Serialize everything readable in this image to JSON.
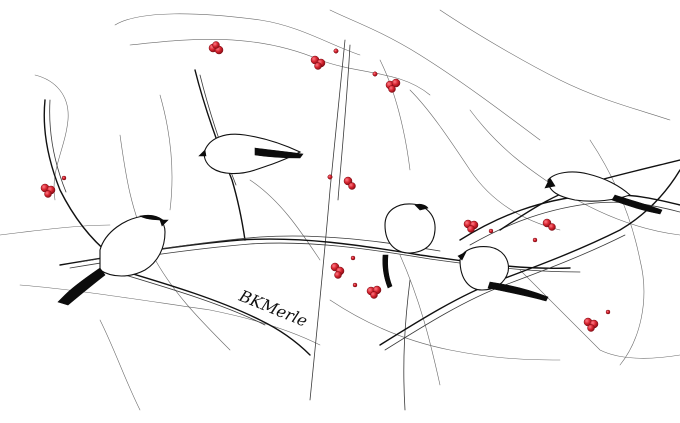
{
  "artwork": {
    "subject": "Pen-and-ink sketch of small birds perched on tangled branches with red berries",
    "background_color": "#ffffff",
    "ink_color": "#111111",
    "berry_color": "#d6242f",
    "berry_highlight_color": "#f3b6c4",
    "bird_count": 5,
    "signature": "BKMerle"
  },
  "birds": [
    {
      "name": "bird-upper-left",
      "pose": "perched on vertical twig, facing left, dark tail to right"
    },
    {
      "name": "bird-left",
      "pose": "perched on main branch, facing right, dark tail down-left"
    },
    {
      "name": "bird-center",
      "pose": "round front-facing bird on main branch"
    },
    {
      "name": "bird-center-right",
      "pose": "perched facing left, long dark tail to right"
    },
    {
      "name": "bird-right",
      "pose": "perched on right branches, facing left, dark tail to right"
    }
  ],
  "berry_clusters": [
    {
      "name": "berries-top-left"
    },
    {
      "name": "berries-top-center"
    },
    {
      "name": "berries-top-right"
    },
    {
      "name": "berries-left"
    },
    {
      "name": "berries-middle"
    },
    {
      "name": "berries-lower-middle"
    },
    {
      "name": "berries-lower-middle-2"
    },
    {
      "name": "berries-right-center"
    },
    {
      "name": "berries-right"
    },
    {
      "name": "berries-lower-right"
    }
  ]
}
